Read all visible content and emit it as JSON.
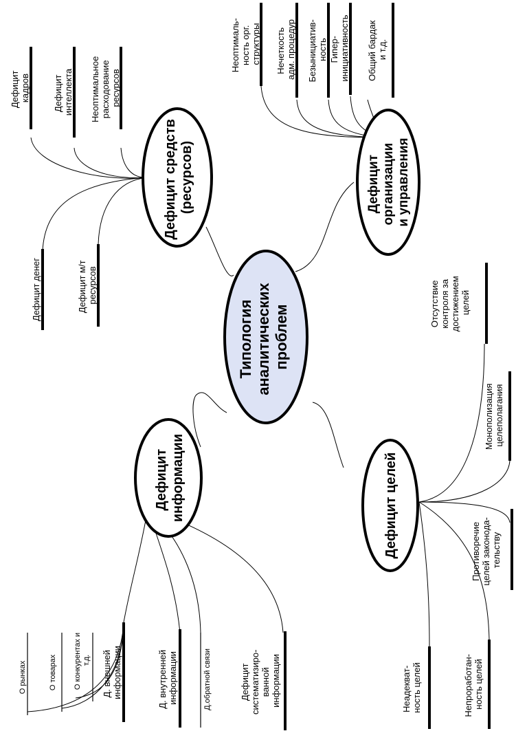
{
  "center": {
    "lines": [
      "Типология",
      "аналитических",
      "проблем"
    ],
    "fill": "#dde3f5"
  },
  "groups": {
    "resources": {
      "lines": [
        "Дефицит средств",
        "(ресурсов)"
      ],
      "leaves": [
        {
          "lines": [
            "Дефицит",
            "кадров"
          ]
        },
        {
          "lines": [
            "Дефицит",
            "интеллекта"
          ]
        },
        {
          "lines": [
            "Неоптимальное",
            "расходование",
            "ресурсов"
          ]
        },
        {
          "lines": [
            "Дефицит денег"
          ]
        },
        {
          "lines": [
            "Дефицит м/т",
            "ресурсов"
          ]
        }
      ]
    },
    "organization": {
      "lines": [
        "Дефицит",
        "организации",
        "и управления"
      ],
      "leaves": [
        {
          "lines": [
            "Неоптималь-",
            "ность орг.",
            "структуры"
          ]
        },
        {
          "lines": [
            "Нечеткость",
            "адм. процедур"
          ]
        },
        {
          "lines": [
            "Безынициатив-",
            "ность"
          ]
        },
        {
          "lines": [
            "Гипер-",
            "инициативность"
          ]
        },
        {
          "lines": [
            "Общий бардак",
            "и т.д."
          ]
        }
      ]
    },
    "information": {
      "lines": [
        "Дефицит",
        "информации"
      ],
      "leaves": [
        {
          "lines": [
            "Д. внешней",
            "информации"
          ]
        },
        {
          "lines": [
            "Д. внутренней",
            "информации"
          ]
        },
        {
          "lines": [
            "Д.обратной связи"
          ]
        },
        {
          "lines": [
            "Дефицит",
            "систематизиро-",
            "ванной",
            "информации"
          ]
        }
      ],
      "subleaves": [
        {
          "lines": [
            "О рынках"
          ]
        },
        {
          "lines": [
            "О товарах"
          ]
        },
        {
          "lines": [
            "О конкурентах и",
            "т.д."
          ]
        }
      ]
    },
    "goals": {
      "lines": [
        "Дефицит целей"
      ],
      "leaves": [
        {
          "lines": [
            "Отсутствие",
            "контроля за",
            "достижением",
            "целей"
          ]
        },
        {
          "lines": [
            "Монополизация",
            "целеполагания"
          ]
        },
        {
          "lines": [
            "Противоречие",
            "целей законода-",
            "тельству"
          ]
        },
        {
          "lines": [
            "Непроработан-",
            "ность целей"
          ]
        },
        {
          "lines": [
            "Неадекват-",
            "ность целей"
          ]
        }
      ]
    }
  }
}
